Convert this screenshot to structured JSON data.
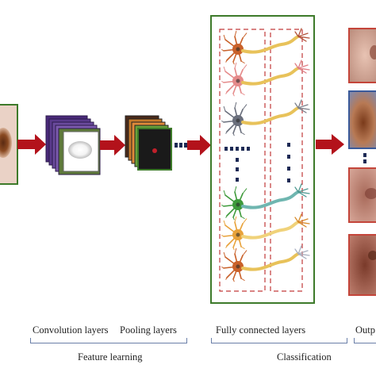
{
  "labels": {
    "convolution": "Convolution layers",
    "pooling": "Pooling layers",
    "feature_learning": "Feature learning",
    "fully_connected": "Fully connected layers",
    "output": "Outp",
    "classification": "Classification"
  },
  "colors": {
    "arrow": "#b3121b",
    "classifier_border": "#3d7a2a",
    "dashed": "#c23a3a",
    "dots": "#1d2a55",
    "brace": "#6a7fa8"
  },
  "neurons": [
    {
      "body": "#c9612a",
      "axon": "#e8c25a",
      "terminal": "#b2533a"
    },
    {
      "body": "#e58a8a",
      "axon": "#e8c25a",
      "terminal": "#e07e86"
    },
    {
      "body": "#6a6f7c",
      "axon": "#e8c25a",
      "terminal": "#7c808c"
    },
    {
      "body": "#3e9a3b",
      "axon": "#6fb6b0",
      "terminal": "#4f9a92"
    },
    {
      "body": "#e8a23a",
      "axon": "#f0d27a",
      "terminal": "#d88a2a"
    },
    {
      "body": "#c9612a",
      "axon": "#e8c25a",
      "terminal": "#a8b0c0"
    }
  ]
}
